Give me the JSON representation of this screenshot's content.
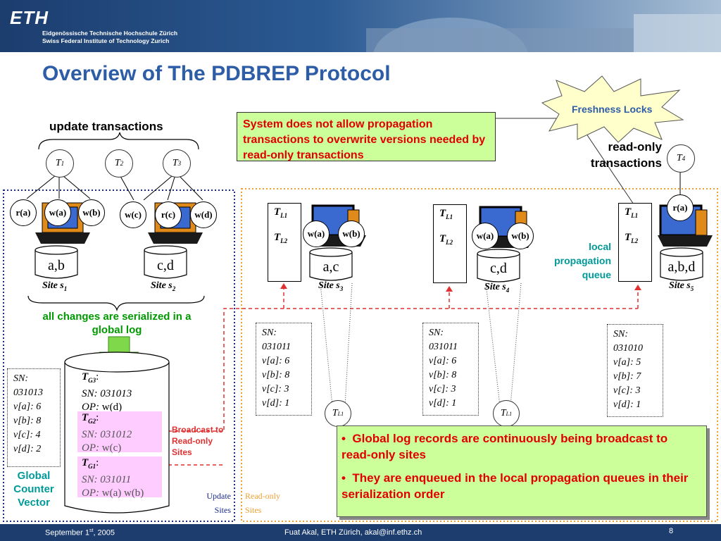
{
  "header": {
    "logo": "ETH",
    "institution_de": "Eidgenössische Technische Hochschule Zürich",
    "institution_en": "Swiss Federal Institute of Technology Zurich"
  },
  "title": "Overview of The PDBREP Protocol",
  "callout": "Freshness Locks",
  "top_note": "System does not allow propagation transactions to overwrite versions needed by read-only transactions",
  "update_tx_label": "update transactions",
  "readonly_tx_label": "read-only transactions",
  "transactions": {
    "t1": "T",
    "t1_sub": "1",
    "t2": "T",
    "t2_sub": "2",
    "t3": "T",
    "t3_sub": "3",
    "t4": "T",
    "t4_sub": "4"
  },
  "ops": {
    "ra": "r(a)",
    "wa": "w(a)",
    "wb": "w(b)",
    "wc": "w(c)",
    "rc": "r(c)",
    "wd": "w(d)"
  },
  "sites": {
    "s1": {
      "data": "a,b",
      "name": "Site s",
      "sub": "1"
    },
    "s2": {
      "data": "c,d",
      "name": "Site s",
      "sub": "2"
    },
    "s3": {
      "data": "a,c",
      "name": "Site s",
      "sub": "3"
    },
    "s4": {
      "data": "c,d",
      "name": "Site s",
      "sub": "4"
    },
    "s5": {
      "data": "a,b,d",
      "name": "Site s",
      "sub": "5"
    }
  },
  "queue_labels": {
    "tl1": "T",
    "tl1_sub": "L1",
    "tl2": "T",
    "tl2_sub": "L2"
  },
  "local_queue_label": "local propagation queue",
  "serialized_label": "all changes are serialized in a global log",
  "gcv": {
    "title": "Global Counter Vector",
    "lines": [
      "SN:",
      "031013",
      "v[a]: 6",
      "v[b]: 8",
      "v[c]: 4",
      "v[d]: 2"
    ]
  },
  "global_log": {
    "tg3": {
      "name": "T",
      "sub": "G3",
      "sn": "SN: 031013",
      "op_label": "OP:",
      "op": "w(d)"
    },
    "tg2": {
      "name": "T",
      "sub": "G2",
      "sn": "SN: 031012",
      "op_label": "OP:",
      "op": "w(c)"
    },
    "tg1": {
      "name": "T",
      "sub": "G1",
      "sn": "SN: 031011",
      "op_label": "OP:",
      "op": "w(a) w(b)"
    }
  },
  "broadcast_label": "Broadcast to Read-only Sites",
  "site3_sn": [
    "SN:",
    "031011",
    "v[a]: 6",
    "v[b]: 8",
    "v[c]: 3",
    "v[d]: 1"
  ],
  "site4_sn": [
    "SN:",
    "031011",
    "v[a]: 6",
    "v[b]: 8",
    "v[c]: 3",
    "v[d]: 1"
  ],
  "site5_sn": [
    "SN:",
    "031010",
    "v[a]: 5",
    "v[b]: 7",
    "v[c]: 3",
    "v[d]: 1"
  ],
  "update_sites_label": [
    "Update",
    "Sites"
  ],
  "readonly_sites_label": [
    "Read-only",
    "Sites"
  ],
  "bullets": [
    "Global log records are continuously being broadcast to read-only sites",
    "They are enqueued in the local propagation queues in their serialization order"
  ],
  "footer": {
    "date": "September 1",
    "date_sup": "st",
    "date_year": ", 2005",
    "author": "Fuat Akal, ETH Zürich, akal@inf.ethz.ch",
    "page": "8"
  },
  "colors": {
    "title": "#2e5da8",
    "red": "#e00000",
    "green_bg": "#ccff99",
    "teal": "#009999",
    "orange": "#f0a030"
  }
}
